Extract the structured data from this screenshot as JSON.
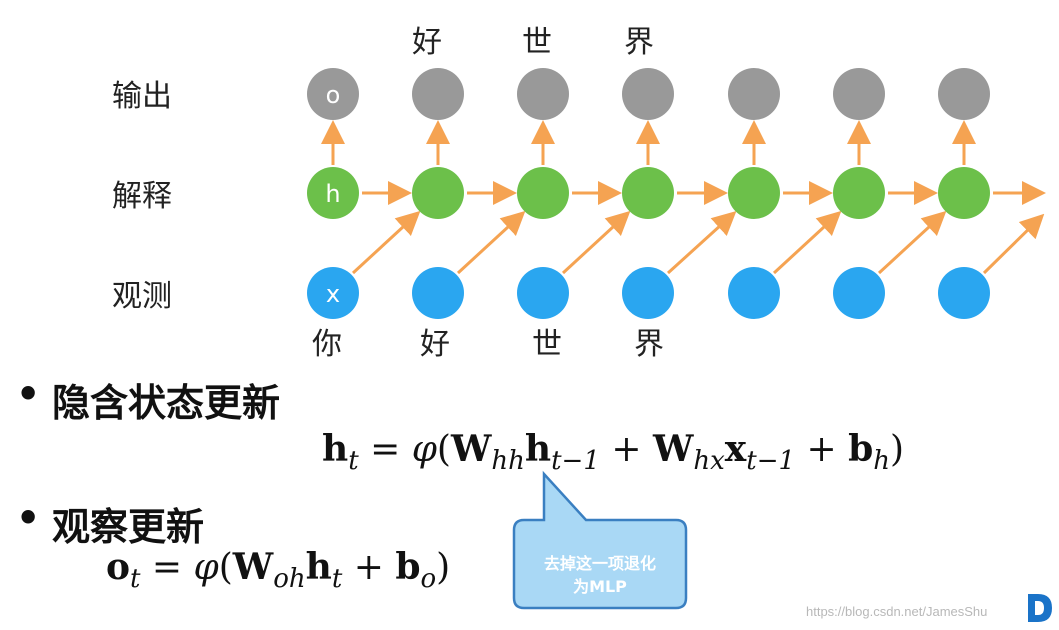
{
  "rows": {
    "output_label": "输出",
    "hidden_label": "解释",
    "input_label": "观测"
  },
  "node_letters": {
    "output": "o",
    "hidden": "h",
    "input": "x"
  },
  "top_words": [
    "好",
    "世",
    "界"
  ],
  "bottom_words": [
    "你",
    "好",
    "世",
    "界"
  ],
  "colors": {
    "output_node": "#999999",
    "hidden_node": "#6cc04a",
    "input_node": "#2aa6f0",
    "arrow": "#f5a352",
    "callout_fill": "#a9d8f5",
    "callout_border": "#3a7fc1"
  },
  "bullets": {
    "hidden_update_title": "隐含状态更新",
    "observe_update_title": "观察更新"
  },
  "formulas": {
    "hidden_update": "h_t = φ(W_hh h_{t−1} + W_hx x_{t−1} + b_h)",
    "observe_update": "o_t = φ(W_oh h_t + b_o)"
  },
  "callout": {
    "line1": "去掉这一项退化",
    "line2": "为MLP"
  },
  "watermark": "https://blog.csdn.net/JamesShu"
}
